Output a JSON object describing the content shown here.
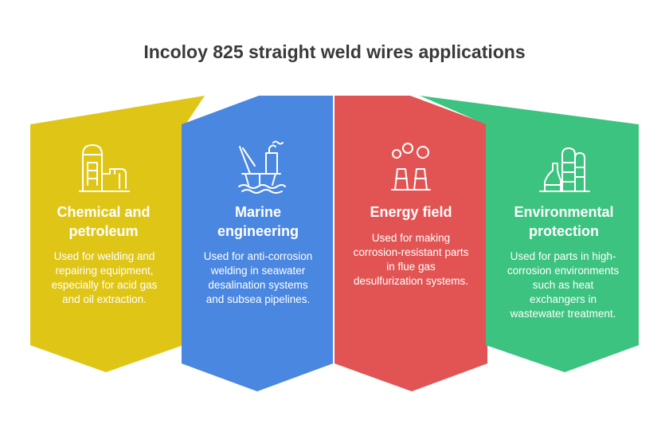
{
  "title": "Incoloy 825 straight weld wires applications",
  "colors": {
    "chemical": "#dfc616",
    "marine": "#4a87e0",
    "energy": "#e25453",
    "environmental": "#3cc37f",
    "text": "#ffffff",
    "title": "#3a3a3a"
  },
  "cards": [
    {
      "heading": "Chemical and petroleum",
      "description": "Used for welding and repairing equipment, especially for acid gas and oil extraction.",
      "icon": "chemical-tank-icon"
    },
    {
      "heading": "Marine engineering",
      "description": "Used for anti-corrosion welding in seawater desalination systems and subsea pipelines.",
      "icon": "offshore-platform-icon"
    },
    {
      "heading": "Energy field",
      "description": "Used for making corrosion-resistant parts in flue gas desulfurization systems.",
      "icon": "smokestack-icon"
    },
    {
      "heading": "Environmental protection",
      "description": "Used for parts in high-corrosion environments such as heat exchangers in wastewater treatment.",
      "icon": "treatment-plant-icon"
    }
  ]
}
